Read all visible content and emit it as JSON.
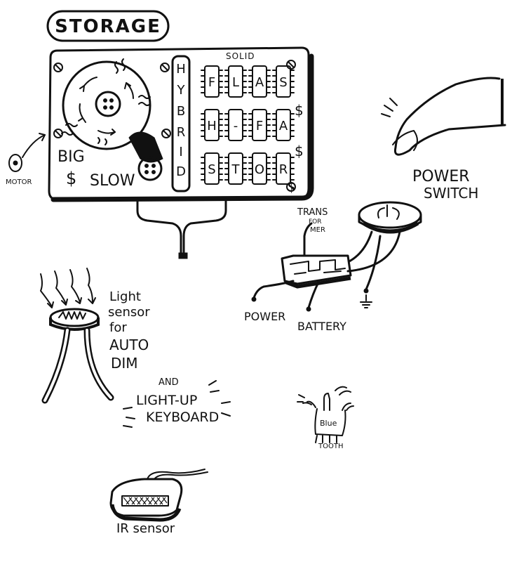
{
  "page": {
    "background": "#ffffff",
    "ink": "#111111"
  },
  "storage": {
    "title": "STORAGE",
    "hdd_label_line1": "BIG",
    "hdd_label_dollar": "$",
    "hdd_label_line2": "SLOW",
    "motor_label": "MOTOR",
    "hybrid_letters": [
      "H",
      "Y",
      "B",
      "R",
      "I",
      "D"
    ],
    "solid_label": "SOLID",
    "flash_chips": [
      [
        "F",
        "L",
        "A",
        "S"
      ],
      [
        "H",
        "-",
        "F",
        "A"
      ],
      [
        "S",
        "T",
        "O",
        "R"
      ]
    ],
    "dollar_marks": [
      "$",
      "$",
      "$"
    ]
  },
  "power_switch": {
    "line1": "POWER",
    "line2": "SWITCH"
  },
  "transformer": {
    "label_line1": "TRANS",
    "label_line2": "FOR",
    "label_line3": "MER",
    "power_label": "POWER",
    "battery_label": "BATTERY"
  },
  "light_sensor": {
    "line1": "Light",
    "line2": "sensor",
    "line3": "for",
    "line4": "AUTO",
    "line5": "DIM",
    "and_label": "AND",
    "keyboard_line1": "LIGHT-UP",
    "keyboard_line2": "KEYBOARD"
  },
  "bluetooth": {
    "line1": "Blue",
    "line2": "TOOTH"
  },
  "ir_sensor": {
    "label": "IR sensor"
  }
}
